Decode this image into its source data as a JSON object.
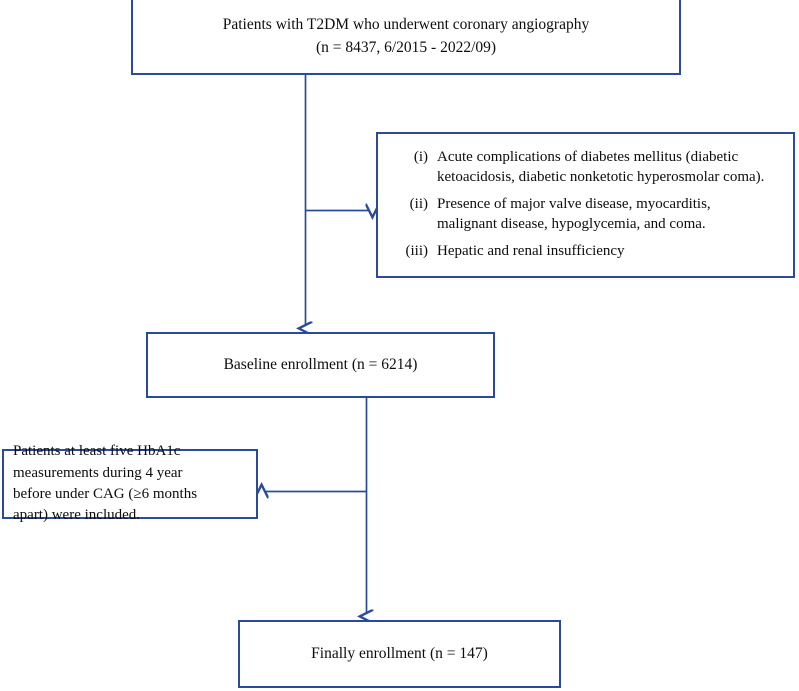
{
  "diagram": {
    "title": "Patient enrollment flowchart",
    "accent_color": "#2a4b9b",
    "text_color": "#0d0d0d",
    "background_color": "#ffffff"
  },
  "nodes": {
    "top": {
      "line1": "Patients with T2DM who underwent coronary angiography",
      "line2": "(n = 8437, 6/2015 - 2022/09)"
    },
    "exclusion": {
      "items": [
        {
          "marker": "(i)",
          "line1": "Acute complications of diabetes mellitus (diabetic",
          "line2": "ketoacidosis, diabetic nonketotic hyperosmolar coma)."
        },
        {
          "marker": "(ii)",
          "line1": "Presence of major valve disease, myocarditis,",
          "line2": "malignant disease, hypoglycemia, and coma."
        },
        {
          "marker": "(iii)",
          "line1": "Hepatic and renal insufficiency",
          "line2": ""
        }
      ]
    },
    "baseline": {
      "line1": "Baseline enrollment (n = 6214)"
    },
    "inclusion": {
      "line1": "Patients at least five HbA1c",
      "line2": "measurements during 4 year",
      "line3": "before under CAG (≥6 months",
      "line4": "apart) were included."
    },
    "final": {
      "line1": "Finally enrollment (n = 147)"
    }
  },
  "connectors": [
    {
      "name": "top-to-baseline",
      "direction": "down"
    },
    {
      "name": "trunk-to-exclusion",
      "direction": "right"
    },
    {
      "name": "baseline-to-final",
      "direction": "down"
    },
    {
      "name": "trunk-to-inclusion",
      "direction": "left"
    }
  ]
}
